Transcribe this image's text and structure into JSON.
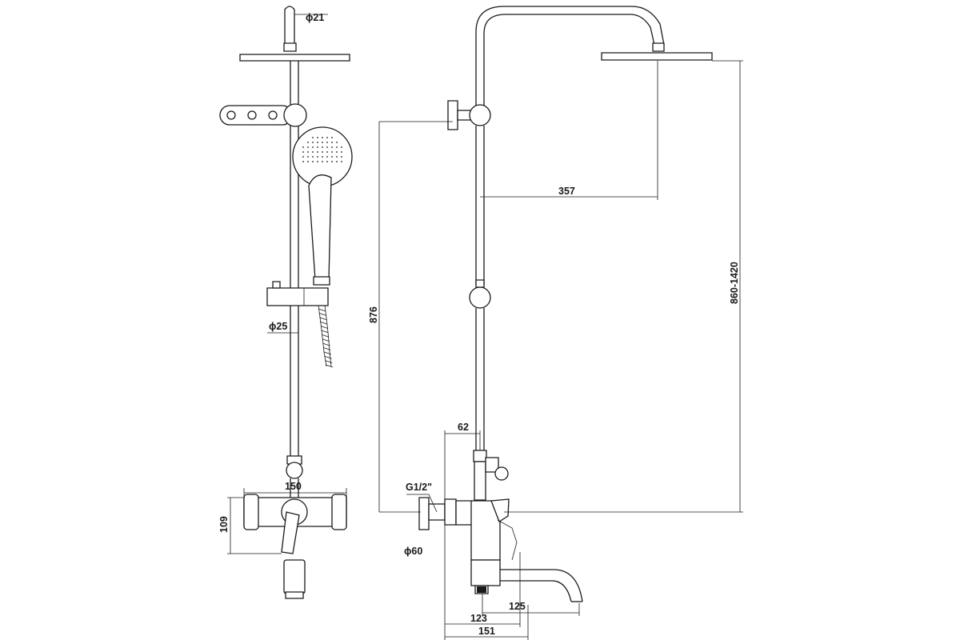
{
  "front_view": {
    "dim_head_pipe": "ϕ21",
    "dim_rail": "ϕ25",
    "dim_mixer_width": "150",
    "dim_mixer_height": "109"
  },
  "side_view": {
    "dim_arm_reach": "357",
    "dim_height_fixed": "876",
    "dim_height_adjustable": "860-1420",
    "dim_offset": "62",
    "dim_thread": "G1/2\"",
    "dim_escutcheon": "ϕ60",
    "dim_spout_reach": "125",
    "dim_body_depth": "123",
    "dim_total_depth": "151"
  }
}
